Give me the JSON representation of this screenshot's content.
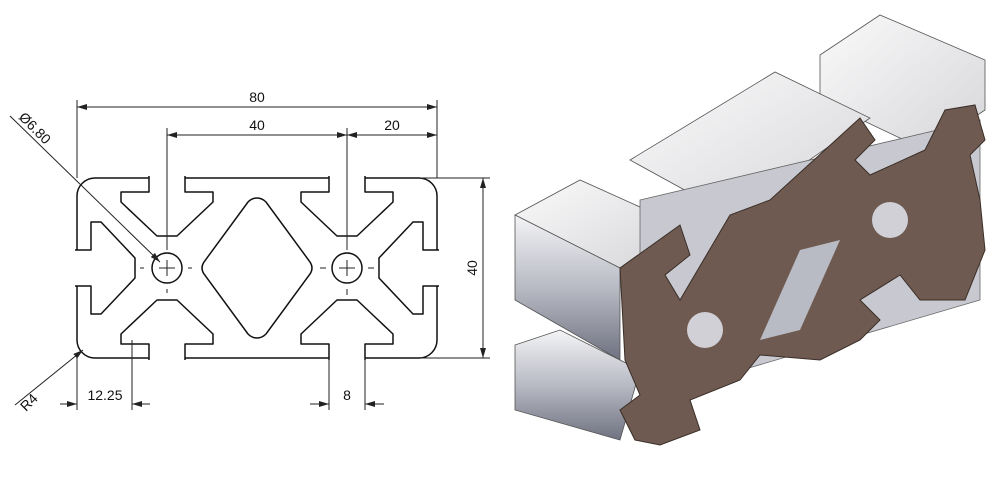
{
  "drawing": {
    "dimensions": {
      "overall_width": "80",
      "center_spacing": "40",
      "edge_to_center": "20",
      "height": "40",
      "bore_diameter": "Ø6.80",
      "corner_radius": "R4",
      "slot_offset": "12.25",
      "slot_width": "8"
    }
  },
  "colors": {
    "section_face": "#6e5a50",
    "metal_light": "#e8e8ec",
    "metal_dark": "#8a8c96"
  }
}
